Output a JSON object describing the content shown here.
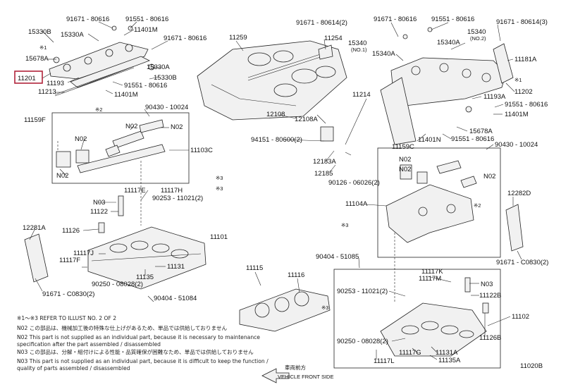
{
  "labels": {
    "p91671_80616_a": "91671 - 80616",
    "p91551_80616_a": "91551 - 80616",
    "p15330B_a": "15330B",
    "p15330A_a": "15330A",
    "p11401M_a": "11401M",
    "p91671_80616_b": "91671 - 80616",
    "p15678A_a": "15678A",
    "p11201": "11201",
    "p15330A_b": "15330A",
    "p15330B_b": "15330B",
    "p11193": "11193",
    "p91551_80616_b": "91551 - 80616",
    "p11213": "11213",
    "p11401M_b": "11401M",
    "p11259": "11259",
    "p91671_80614_2": "91671 - 80614(2)",
    "p11254": "11254",
    "p11214": "11214",
    "p91671_80616_c": "91671 - 80616",
    "p91551_80616_c": "91551 - 80616",
    "p15340_l": "15340",
    "p15340_l_note": "(NO.1)",
    "p15340A_l": "15340A",
    "p15340_r": "15340",
    "p15340_r_note": "(NO.2)",
    "p15340A_r": "15340A",
    "p91671_80614_3": "91671 - 80614(3)",
    "p11181A": "11181A",
    "p11202": "11202",
    "p11193A": "11193A",
    "p91551_80616_d": "91551 - 80616",
    "p11401M_c": "11401M",
    "p15678A_b": "15678A",
    "p11159F": "11159F",
    "p90430_10024_a": "90430 - 10024",
    "n02_1": "N02",
    "n02_2": "N02",
    "n02_3": "N02",
    "n02_4": "N02",
    "p11103C": "11103C",
    "p12108": "12108",
    "p12108A": "12108A",
    "p94151_80600": "94151 - 80600(2)",
    "p11401N": "11401N",
    "p91551_80616_e": "91551 - 80616",
    "p11159C": "11159C",
    "p90430_10024_b": "90430 - 10024",
    "p12183A": "12183A",
    "p12185": "12185",
    "p90126_06026": "90126 - 06026(2)",
    "n02_5": "N02",
    "n02_6": "N02",
    "n02_7": "N02",
    "p11104A": "11104A",
    "p12282D": "12282D",
    "p11117E": "11117E",
    "p11117H": "11117H",
    "p90253_11021_a": "90253 - 11021(2)",
    "n03_1": "N03",
    "p11122": "11122",
    "p12281A": "12281A",
    "p11126": "11126",
    "p11101": "11101",
    "p11117J": "11117J",
    "p11117F": "11117F",
    "p11131": "11131",
    "p11135": "11135",
    "p90250_08028_a": "90250 - 08028(2)",
    "p91671_C0830_a": "91671 - C0830(2)",
    "p90404_51084": "90404 - 51084",
    "p11115": "11115",
    "p11116": "11116",
    "p90404_51085": "90404 - 51085",
    "p91671_C0830_b": "91671 - C0830(2)",
    "p11117K": "11117K",
    "p11117M": "11117M",
    "n03_2": "N03",
    "p11122B": "11122B",
    "p90253_11021_b": "90253 - 11021(2)",
    "p11102": "11102",
    "p11126B": "11126B",
    "p90250_08028_b": "90250 - 08028(2)",
    "p11117L": "11117L",
    "p11131A": "11131A",
    "p11135A": "11135A",
    "p11117G": "11117G",
    "mk_x1": "※1",
    "mk_x2": "※2",
    "mk_x3": "※3"
  },
  "notes": {
    "line1": "※1～※3  REFER TO ILLUST NO. 2 OF 2",
    "line2": "N02  この部品は、機械加工後の特殊な仕上げがあるため、単品では供給しておりません",
    "line3": "N02  This part is not supplied as an individual part, because it is necessary to maintenance",
    "line4": "     specification after the part assembled / disassembled",
    "line5": "N03  この部品は、分解・組付けによる性能・品質確保が困難なため、単品では供給しておりません",
    "line6": "N03  This part is not supplied as an individual part, because it is difficult to keep the function /",
    "line7": "     quality of parts assembled / disassembled"
  },
  "footer": {
    "front_jp": "車両前方",
    "front_en": "VEHICLE FRONT SIDE",
    "fig_id": "11020B"
  },
  "highlight_color": "#b0233a"
}
